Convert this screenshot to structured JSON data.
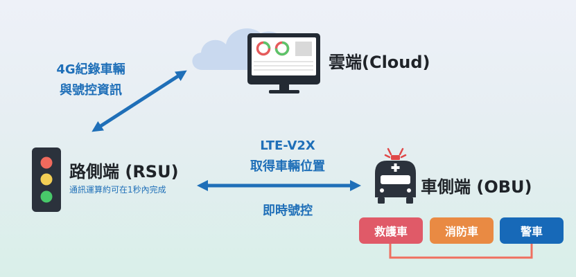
{
  "cloud": {
    "label": "雲端(Cloud)"
  },
  "uplink": {
    "line1": "4G紀錄車輛",
    "line2": "與號控資訊"
  },
  "rsu": {
    "title": "路側端 (RSU)",
    "subtitle": "通訊運算約可在1秒內完成"
  },
  "v2x": {
    "line1": "LTE-V2X",
    "line2": "取得車輛位置"
  },
  "control": {
    "label": "即時號控"
  },
  "obu": {
    "title": "車側端 (OBU)"
  },
  "vehicle_tags": [
    {
      "label": "救護車",
      "color": "#e05a68"
    },
    {
      "label": "消防車",
      "color": "#e98a43"
    },
    {
      "label": "警車",
      "color": "#1769b8"
    }
  ],
  "colors": {
    "arrow": "#1f6fb8",
    "connector": "#ef6f5f",
    "traffic_red": "#f06a5d",
    "traffic_yellow": "#f3cf55",
    "traffic_green": "#48c96a",
    "cloud": "#c9d9ef"
  },
  "icons": [
    "cloud-icon",
    "monitor-icon",
    "traffic-light-icon",
    "ambulance-icon"
  ]
}
